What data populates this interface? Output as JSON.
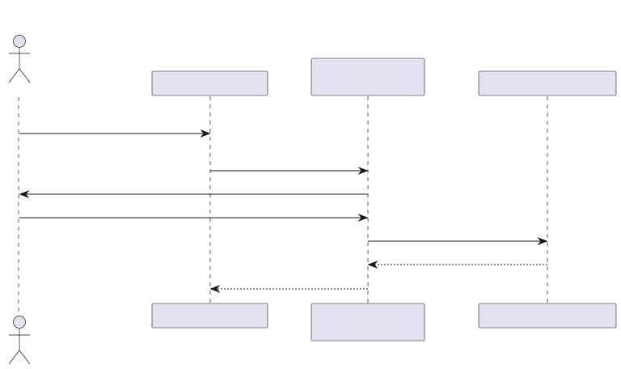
{
  "diagram": {
    "type": "sequence",
    "colors": {
      "participant_fill": "#e2e2f0",
      "stroke": "#181818",
      "background": "#ffffff"
    },
    "participants": [
      {
        "id": "p0",
        "kind": "actor",
        "label": ""
      },
      {
        "id": "p1",
        "kind": "participant",
        "label": ""
      },
      {
        "id": "p2",
        "kind": "participant",
        "label": ""
      },
      {
        "id": "p3",
        "kind": "participant",
        "label": ""
      }
    ],
    "messages": [
      {
        "from": 0,
        "to": 1,
        "style": "solid",
        "label": ""
      },
      {
        "from": 1,
        "to": 2,
        "style": "solid",
        "label": ""
      },
      {
        "from": 2,
        "to": 0,
        "style": "solid",
        "label": ""
      },
      {
        "from": 0,
        "to": 2,
        "style": "solid",
        "label": ""
      },
      {
        "from": 2,
        "to": 3,
        "style": "solid",
        "label": ""
      },
      {
        "from": 3,
        "to": 2,
        "style": "dotted",
        "label": ""
      },
      {
        "from": 2,
        "to": 1,
        "style": "dotted",
        "label": ""
      }
    ]
  }
}
